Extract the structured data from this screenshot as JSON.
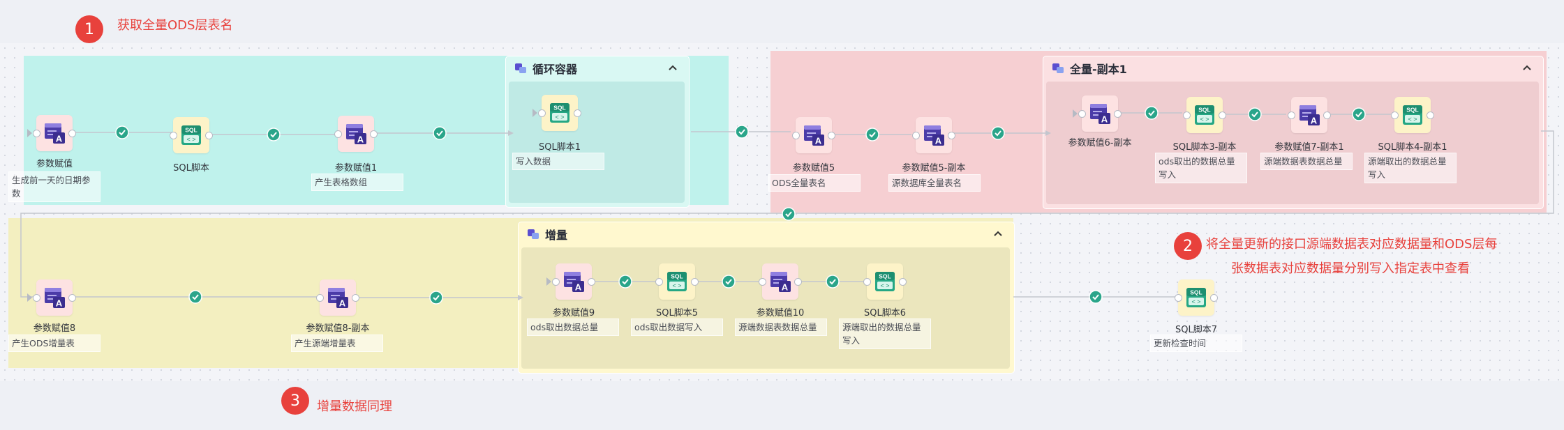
{
  "colors": {
    "zone_cyan": "#bff2ec",
    "zone_pink": "#f6cfd2",
    "zone_yellow": "#f3efc0",
    "annotation_red": "#e8413c",
    "check_green": "#2aa58a",
    "param_icon": "#4b3ba8",
    "sql_icon": "#25a784"
  },
  "annotations": [
    {
      "number": "1",
      "text": "获取全量ODS层表名"
    },
    {
      "number": "2",
      "text_line1": "将全量更新的接口源端数据表对应数据量和ODS层每",
      "text_line2": "张数据表对应数据量分别写入指定表中查看"
    },
    {
      "number": "3",
      "text": "增量数据同理"
    }
  ],
  "containers": {
    "loop": {
      "title": "循环容器",
      "icon": "container-icon"
    },
    "full_copy": {
      "title": "全量-副本1",
      "icon": "container-icon"
    },
    "incremental": {
      "title": "增量",
      "icon": "container-icon"
    }
  },
  "nodes": {
    "n1": {
      "name": "参数赋值",
      "desc": "生成前一天的日期参数",
      "icon": "param-assign-icon"
    },
    "n2": {
      "name": "SQL脚本",
      "icon": "sql-script-icon"
    },
    "n3": {
      "name": "参数赋值1",
      "desc": "产生表格数组",
      "icon": "param-assign-icon"
    },
    "n4": {
      "name": "SQL脚本1",
      "desc": "写入数据",
      "icon": "sql-script-icon"
    },
    "n5": {
      "name": "参数赋值5",
      "desc": "ODS全量表名",
      "icon": "param-assign-icon"
    },
    "n6": {
      "name": "参数赋值5-副本",
      "desc": "源数据库全量表名",
      "icon": "param-assign-icon"
    },
    "n7": {
      "name": "参数赋值6-副本",
      "icon": "param-assign-icon"
    },
    "n8": {
      "name": "SQL脚本3-副本",
      "desc": "ods取出的数据总量写入",
      "icon": "sql-script-icon"
    },
    "n9": {
      "name": "参数赋值7-副本1",
      "desc": "源端数据表数据总量",
      "icon": "param-assign-icon"
    },
    "n10": {
      "name": "SQL脚本4-副本1",
      "desc": "源端取出的数据总量写入",
      "icon": "sql-script-icon"
    },
    "n11": {
      "name": "参数赋值8",
      "desc": "产生ODS增量表",
      "icon": "param-assign-icon"
    },
    "n12": {
      "name": "参数赋值8-副本",
      "desc": "产生源端增量表",
      "icon": "param-assign-icon"
    },
    "n13": {
      "name": "参数赋值9",
      "desc": "ods取出数据总量",
      "icon": "param-assign-icon"
    },
    "n14": {
      "name": "SQL脚本5",
      "desc": "ods取出数据写入",
      "icon": "sql-script-icon"
    },
    "n15": {
      "name": "参数赋值10",
      "desc": "源端数据表数据总量",
      "icon": "param-assign-icon"
    },
    "n16": {
      "name": "SQL脚本6",
      "desc": "源端取出的数据总量写入",
      "icon": "sql-script-icon"
    },
    "n17": {
      "name": "SQL脚本7",
      "desc": "更新检查时间",
      "icon": "sql-script-icon"
    }
  },
  "icon_glyphs": {
    "sql_text": "SQL",
    "code_text": "< >",
    "param_letter": "A"
  }
}
